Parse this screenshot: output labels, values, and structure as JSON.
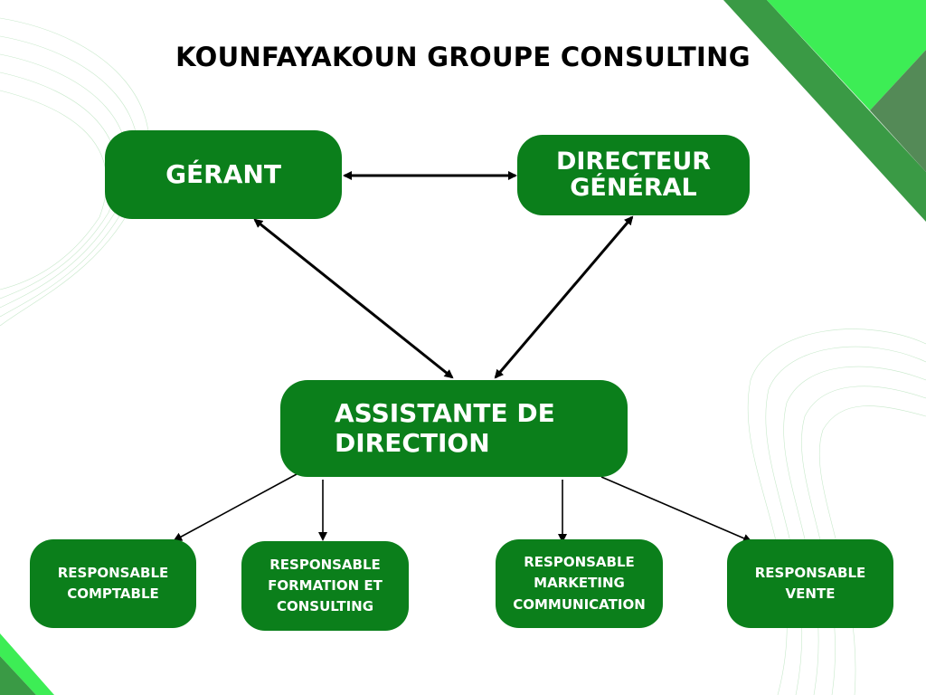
{
  "title": "KOUNFAYAKOUN GROUPE CONSULTING",
  "nodes": {
    "gerant": "GÉRANT",
    "directeur": "DIRECTEUR\nGÉNÉRAL",
    "assistante": "ASSISTANTE DE\nDIRECTION",
    "comptable": "RESPONSABLE\nCOMPTABLE",
    "formation": "RESPONSABLE\nFORMATION ET\nCONSULTING",
    "marketing": "RESPONSABLE\nMARKETING\nCOMMUNICATION",
    "vente": "RESPONSABLE\nVENTE"
  },
  "colors": {
    "box": "#0b7f1b",
    "band": "#3a9a45",
    "bright": "#3ded55",
    "grey": "#548a57"
  }
}
